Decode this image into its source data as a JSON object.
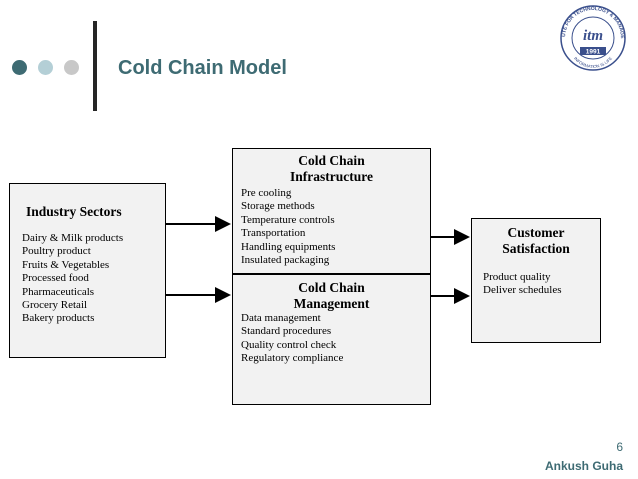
{
  "header": {
    "title": "Cold Chain Model",
    "logo": {
      "name": "institute-logo",
      "center_text": "itm",
      "year": "1991",
      "ring_text_top": "INSTITUTE FOR TECHNOLOGY & MANAGEMENT",
      "ring_text_bottom": "INFORMATION IS LIFE"
    },
    "dot_colors": [
      "#3e6b73",
      "#b4cfd6",
      "#c8c8c8"
    ]
  },
  "diagram": {
    "industry": {
      "title": "Industry Sectors",
      "items": [
        "Dairy & Milk products",
        "Poultry product",
        "Fruits & Vegetables",
        "Processed food",
        "Pharmaceuticals",
        "Grocery Retail",
        "Bakery products"
      ]
    },
    "infrastructure": {
      "title_line1": "Cold Chain",
      "title_line2": "Infrastructure",
      "items": [
        "Pre cooling",
        "Storage methods",
        "Temperature controls",
        "Transportation",
        "Handling equipments",
        "Insulated packaging"
      ]
    },
    "management": {
      "title_line1": "Cold Chain",
      "title_line2": "Management",
      "items": [
        "Data management",
        "Standard procedures",
        "Quality control check",
        "Regulatory compliance"
      ]
    },
    "customer": {
      "title_line1": "Customer",
      "title_line2": "Satisfaction",
      "items": [
        "Product quality",
        "Deliver schedules"
      ]
    }
  },
  "footer": {
    "page_number": "6",
    "author": "Ankush Guha"
  }
}
